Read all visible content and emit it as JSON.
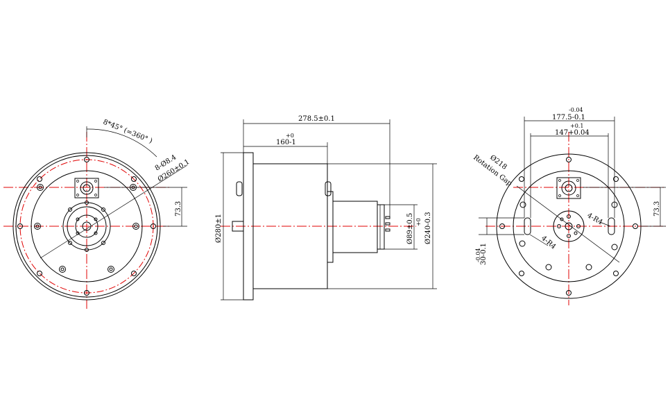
{
  "colors": {
    "line": "#000000",
    "centerline": "#e00000",
    "background": "#ffffff"
  },
  "left_view": {
    "angle_label": "8*45° (=360° )",
    "holes_label": "8-Ø8.4",
    "pcd_label": "Ø260±0.1",
    "offset_label": "73.3"
  },
  "middle_view": {
    "length_label": "278.5±0.1",
    "flange_tol_upper": "+0",
    "flange_label": "160-1",
    "outer_dia_label": "Ø280±1",
    "inner_dia_label": "Ø89±0.5",
    "body_tol_upper": "+0",
    "body_dia_label": "Ø240-0.3"
  },
  "right_view": {
    "tol_a": "-0.04",
    "dim_a_label": "177.5-0.1",
    "tol_b": "+0.1",
    "dim_b_label": "147+0.04",
    "gap_dia_label": "Ø218",
    "gap_text_label": "Rotation Gap",
    "slot_label_upper": "4-R4",
    "slot_label_lower": "4-R4",
    "offset_label": "73.3",
    "tol_c": "-0.04",
    "dim_c_label": "30-0.1"
  }
}
